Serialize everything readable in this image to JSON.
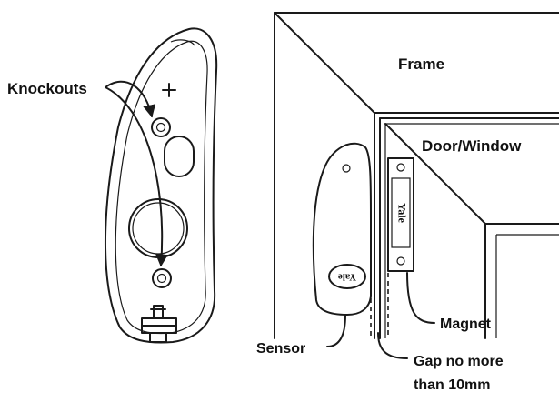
{
  "labels": {
    "knockouts": "Knockouts",
    "frame": "Frame",
    "door_window": "Door/Window",
    "sensor": "Sensor",
    "magnet": "Magnet",
    "gap_line1": "Gap no more",
    "gap_line2": "than 10mm",
    "brand_sensor": "Yale",
    "brand_magnet": "Yale"
  }
}
